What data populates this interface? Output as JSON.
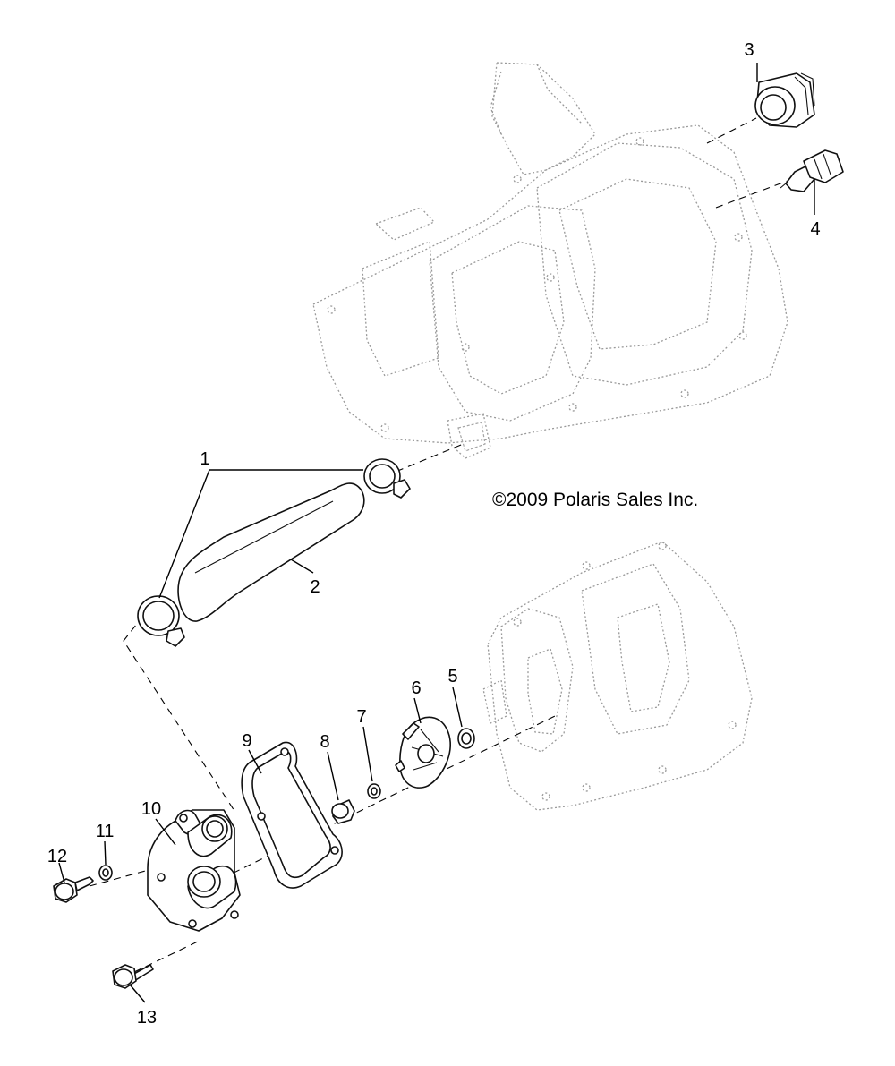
{
  "copyright": "©2009 Polaris Sales Inc.",
  "callouts": [
    "1",
    "2",
    "3",
    "4",
    "5",
    "6",
    "7",
    "8",
    "9",
    "10",
    "11",
    "12",
    "13"
  ]
}
